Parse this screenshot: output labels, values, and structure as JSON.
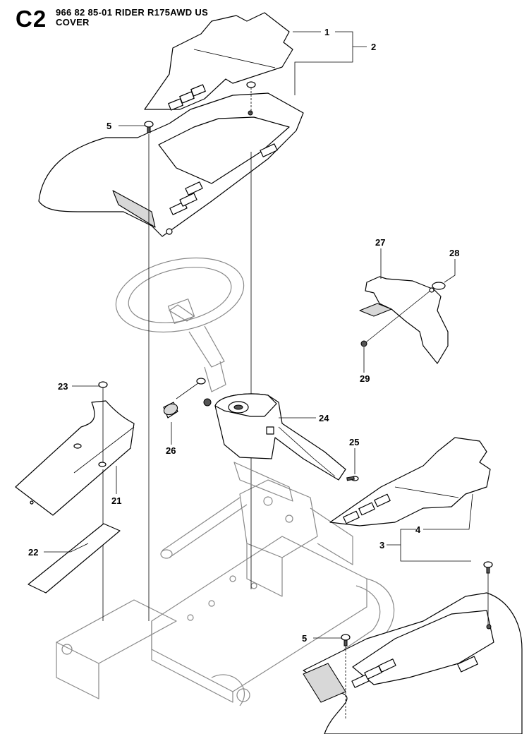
{
  "header": {
    "sheet_code": "C2",
    "line1": "966 82 85-01 RIDER R175AWD US",
    "line2": "COVER"
  },
  "callouts": [
    "1",
    "2",
    "3",
    "4",
    "5",
    "5",
    "21",
    "22",
    "23",
    "24",
    "25",
    "26",
    "27",
    "28",
    "29"
  ]
}
